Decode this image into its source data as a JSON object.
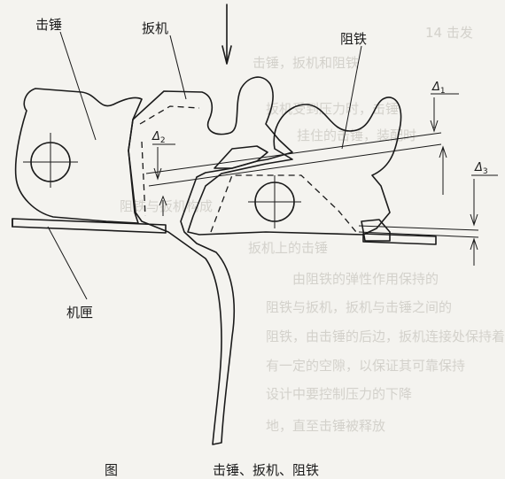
{
  "labels": {
    "hammer": "击锤",
    "trigger": "扳机",
    "sear": "阻铁",
    "receiver": "机匣"
  },
  "gaps": {
    "d1": {
      "sym": "Δ",
      "sub": "1"
    },
    "d2": {
      "sym": "Δ",
      "sub": "2"
    },
    "d3": {
      "sym": "Δ",
      "sub": "3"
    }
  },
  "caption": {
    "prefix": "图",
    "text": "击锤、扳机、阻铁"
  },
  "background_text": [
    "14 击发",
    "击锤，扳机和阻铁",
    "扳机受到压力时，击锤",
    "挂住的击锤，装配时",
    "阻铁与扳机构成",
    "扳机上的击锤",
    "由阻铁的弹性作用保持的",
    "阻铁与扳机，扳机与击锤之间的",
    "阻铁，由击锤的后边，扳机连接处保持着的",
    "有一定的空隙，以保证其可靠保持",
    "设计中要控制压力的下降",
    "地，直至击锤被释放"
  ]
}
